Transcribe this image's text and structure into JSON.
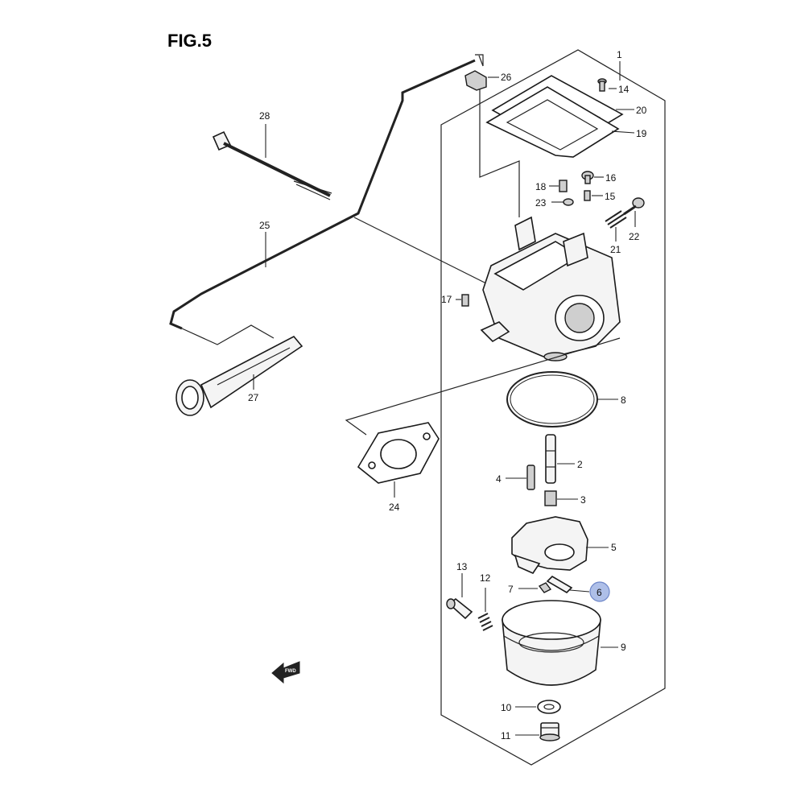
{
  "figure": {
    "title": "FIG.5",
    "highlight_color": "#aebfe8",
    "highlight_stroke": "#6e86c8"
  },
  "callouts": [
    {
      "id": "1",
      "label": "1"
    },
    {
      "id": "2",
      "label": "2"
    },
    {
      "id": "3",
      "label": "3"
    },
    {
      "id": "4",
      "label": "4"
    },
    {
      "id": "5",
      "label": "5"
    },
    {
      "id": "6",
      "label": "6",
      "highlighted": true
    },
    {
      "id": "7",
      "label": "7"
    },
    {
      "id": "8",
      "label": "8"
    },
    {
      "id": "9",
      "label": "9"
    },
    {
      "id": "10",
      "label": "10"
    },
    {
      "id": "11",
      "label": "11"
    },
    {
      "id": "12",
      "label": "12"
    },
    {
      "id": "13",
      "label": "13"
    },
    {
      "id": "14",
      "label": "14"
    },
    {
      "id": "15",
      "label": "15"
    },
    {
      "id": "16",
      "label": "16"
    },
    {
      "id": "17",
      "label": "17"
    },
    {
      "id": "18",
      "label": "18"
    },
    {
      "id": "19",
      "label": "19"
    },
    {
      "id": "20",
      "label": "20"
    },
    {
      "id": "21",
      "label": "21"
    },
    {
      "id": "22",
      "label": "22"
    },
    {
      "id": "23",
      "label": "23"
    },
    {
      "id": "24",
      "label": "24"
    },
    {
      "id": "25",
      "label": "25"
    },
    {
      "id": "26",
      "label": "26"
    },
    {
      "id": "27",
      "label": "27"
    },
    {
      "id": "28",
      "label": "28"
    }
  ],
  "fwd_marker": {
    "label": "FWD"
  }
}
